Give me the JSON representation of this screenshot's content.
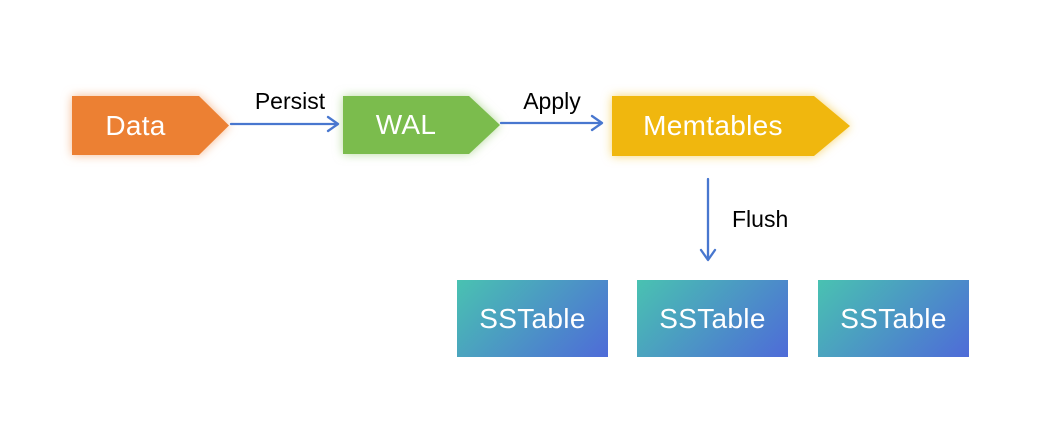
{
  "colors": {
    "background": "#ffffff",
    "arrow": "#4877cf",
    "edge_label": "#000000",
    "node_text": "#ffffff",
    "data_node": "#ec8033",
    "wal_node": "#7bbc4d",
    "memtables_node": "#f0b70e",
    "sstable_from": "#49c2b1",
    "sstable_to": "#4e6bd8"
  },
  "nodes": {
    "data": {
      "label": "Data"
    },
    "wal": {
      "label": "WAL"
    },
    "memtables": {
      "label": "Memtables"
    },
    "sstables": [
      {
        "label": "SSTable"
      },
      {
        "label": "SSTable"
      },
      {
        "label": "SSTable"
      }
    ]
  },
  "edges": {
    "persist": {
      "label": "Persist"
    },
    "apply": {
      "label": "Apply"
    },
    "flush": {
      "label": "Flush"
    }
  }
}
